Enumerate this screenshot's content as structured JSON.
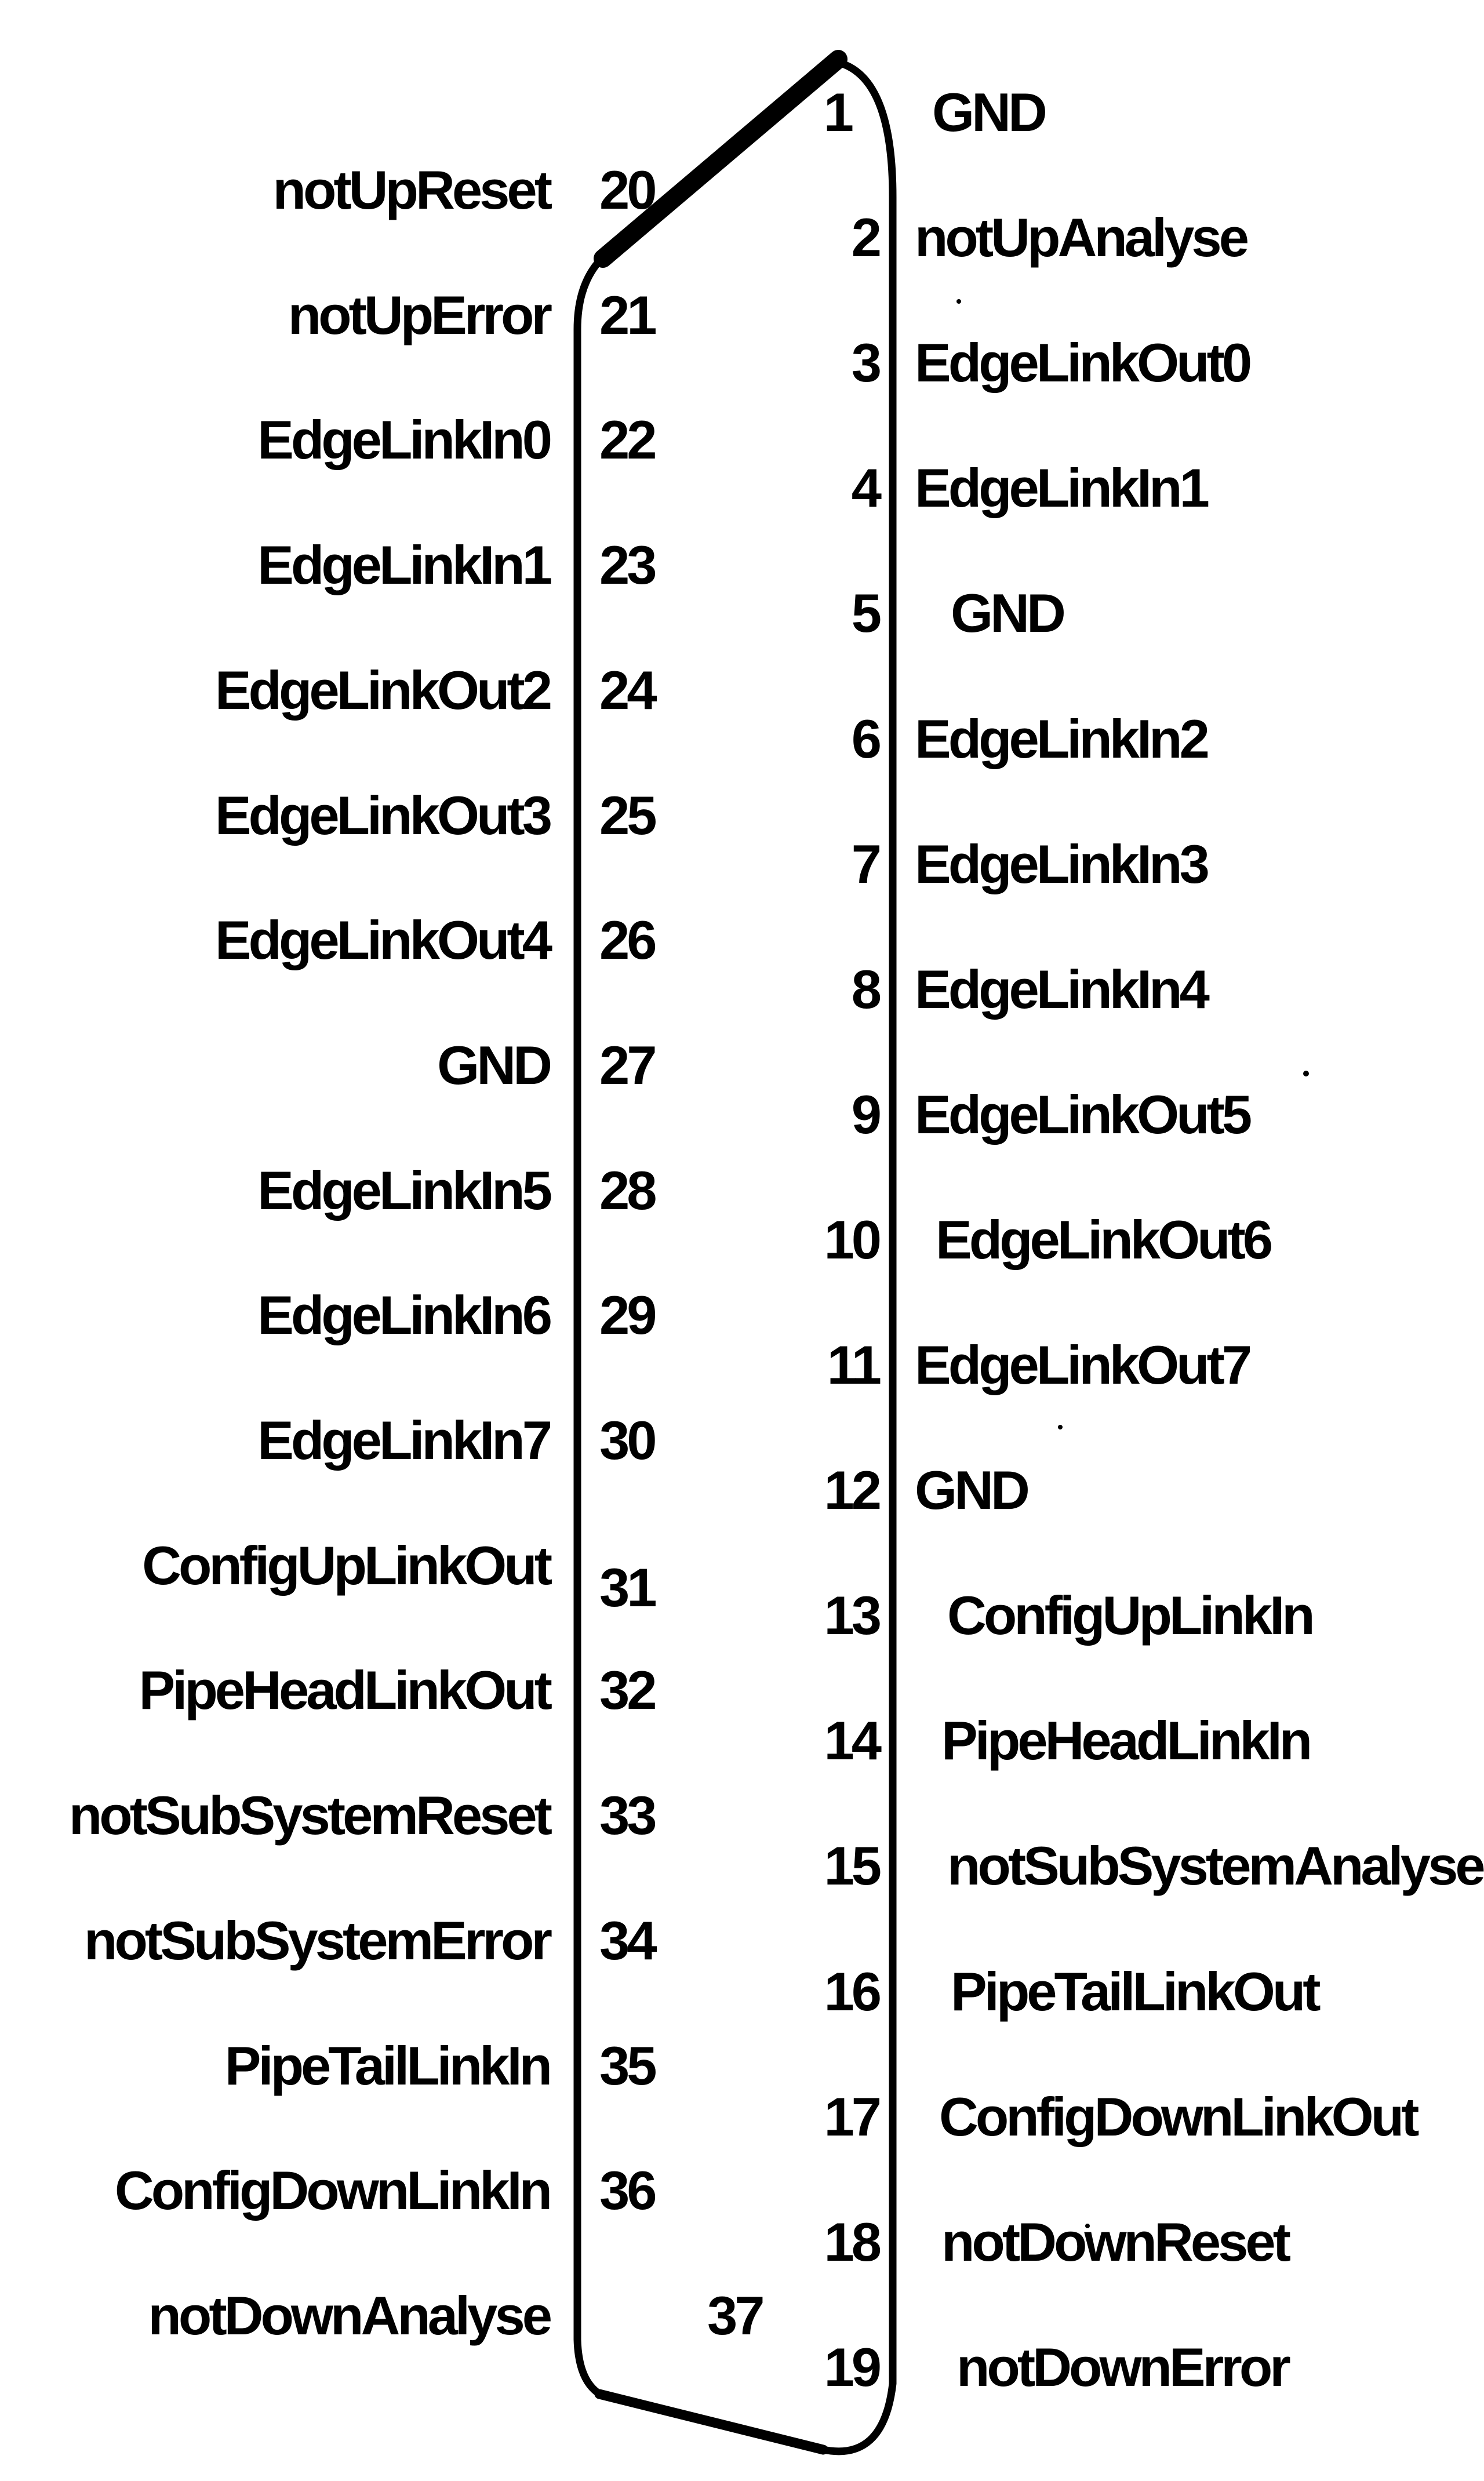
{
  "diagram": {
    "kind": "connector-pinout",
    "text_color": "#000000",
    "background_color": "#ffffff",
    "left_pins": [
      {
        "number": "20",
        "label": "notUpReset"
      },
      {
        "number": "21",
        "label": "notUpError"
      },
      {
        "number": "22",
        "label": "EdgeLinkIn0"
      },
      {
        "number": "23",
        "label": "EdgeLinkIn1"
      },
      {
        "number": "24",
        "label": "EdgeLinkOut2"
      },
      {
        "number": "25",
        "label": "EdgeLinkOut3"
      },
      {
        "number": "26",
        "label": "EdgeLinkOut4"
      },
      {
        "number": "27",
        "label": "GND"
      },
      {
        "number": "28",
        "label": "EdgeLinkIn5"
      },
      {
        "number": "29",
        "label": "EdgeLinkIn6"
      },
      {
        "number": "30",
        "label": "EdgeLinkIn7"
      },
      {
        "number": "31",
        "label": "ConfigUpLinkOut"
      },
      {
        "number": "32",
        "label": "PipeHeadLinkOut"
      },
      {
        "number": "33",
        "label": "notSubSystemReset"
      },
      {
        "number": "34",
        "label": "notSubSystemError"
      },
      {
        "number": "35",
        "label": "PipeTailLinkIn"
      },
      {
        "number": "36",
        "label": "ConfigDownLinkIn"
      },
      {
        "number": "37",
        "label": "notDownAnalyse"
      }
    ],
    "right_pins": [
      {
        "number": "1",
        "label": "GND"
      },
      {
        "number": "2",
        "label": "notUpAnalyse"
      },
      {
        "number": "3",
        "label": "EdgeLinkOut0"
      },
      {
        "number": "4",
        "label": "EdgeLinkIn1"
      },
      {
        "number": "5",
        "label": "GND"
      },
      {
        "number": "6",
        "label": "EdgeLinkIn2"
      },
      {
        "number": "7",
        "label": "EdgeLinkIn3"
      },
      {
        "number": "8",
        "label": "EdgeLinkIn4"
      },
      {
        "number": "9",
        "label": "EdgeLinkOut5"
      },
      {
        "number": "10",
        "label": "EdgeLinkOut6"
      },
      {
        "number": "11",
        "label": "EdgeLinkOut7"
      },
      {
        "number": "12",
        "label": "GND"
      },
      {
        "number": "13",
        "label": "ConfigUpLinkIn"
      },
      {
        "number": "14",
        "label": "PipeHeadLinkIn"
      },
      {
        "number": "15",
        "label": "notSubSystemAnalyse"
      },
      {
        "number": "16",
        "label": "PipeTailLinkOut"
      },
      {
        "number": "17",
        "label": "ConfigDownLinkOut"
      },
      {
        "number": "18",
        "label": "notDownReset"
      },
      {
        "number": "19",
        "label": "notDownError"
      }
    ]
  }
}
